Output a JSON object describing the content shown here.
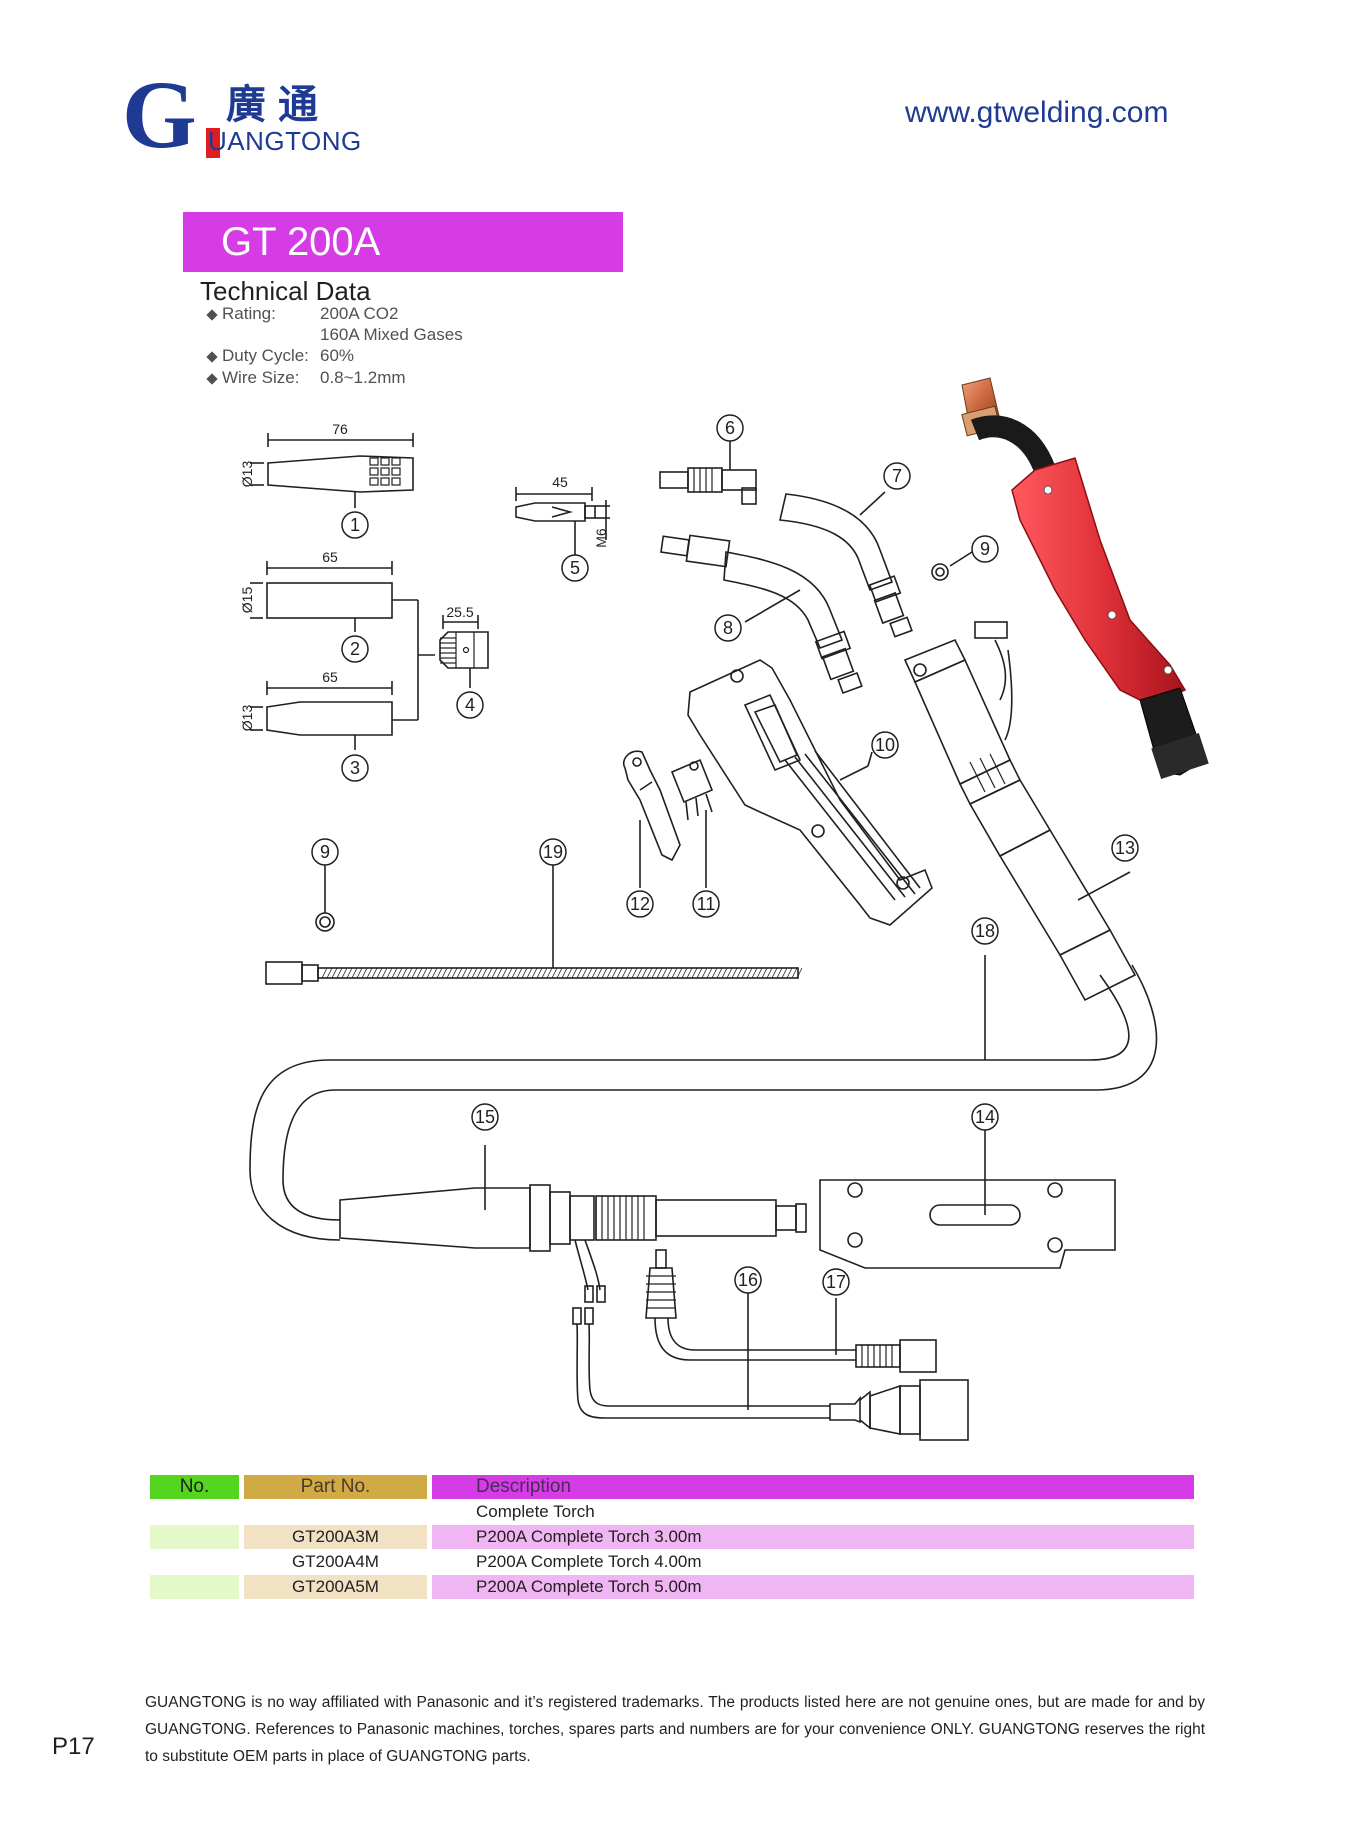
{
  "header": {
    "logo_letter": "G",
    "logo_chinese": "廣通",
    "logo_english": "UANGTONG",
    "website": "www.gtwelding.com"
  },
  "title": "GT 200A",
  "technical": {
    "heading": "Technical Data",
    "rating_label": "Rating:",
    "rating_value_1": "200A CO2",
    "rating_value_2": "160A Mixed Gases",
    "duty_label": "Duty Cycle:",
    "duty_value": "60%",
    "wire_label": "Wire Size:",
    "wire_value": "0.8~1.2mm"
  },
  "dimensions": {
    "d1_len": "76",
    "d1_dia": "Ø13",
    "d2_len": "65",
    "d2_dia": "Ø15",
    "d3_len": "65",
    "d3_dia": "Ø13",
    "d4_len": "25.5",
    "d5_len": "45",
    "d5_thread": "M6"
  },
  "callouts": [
    "1",
    "2",
    "3",
    "4",
    "5",
    "6",
    "7",
    "8",
    "9",
    "10",
    "11",
    "12",
    "13",
    "14",
    "15",
    "16",
    "17",
    "18",
    "19",
    "9"
  ],
  "table": {
    "headers": {
      "no": "No.",
      "part": "Part No.",
      "desc": "Description"
    },
    "rows": [
      {
        "no": "",
        "part": "",
        "desc": "Complete Torch"
      },
      {
        "no": "",
        "part": "GT200A3M",
        "desc": "P200A Complete Torch 3.00m"
      },
      {
        "no": "",
        "part": "GT200A4M",
        "desc": "P200A Complete Torch 4.00m"
      },
      {
        "no": "",
        "part": "GT200A5M",
        "desc": "P200A Complete Torch 5.00m"
      }
    ]
  },
  "footer": {
    "disclaimer": "GUANGTONG is no way affiliated with Panasonic and it’s registered trademarks. The products listed here are not genuine ones, but are made for and by GUANGTONG. References to Panasonic machines, torches, spares parts and numbers are for your convenience ONLY. GUANGTONG reserves the right to substitute OEM parts in place of GUANGTONG parts.",
    "page_number": "P17"
  },
  "colors": {
    "brand_blue": "#1f3a93",
    "brand_red": "#e11b22",
    "title_magenta": "#d63ce6",
    "torch_red": "#e2323a",
    "nozzle_copper": "#c9643e"
  }
}
